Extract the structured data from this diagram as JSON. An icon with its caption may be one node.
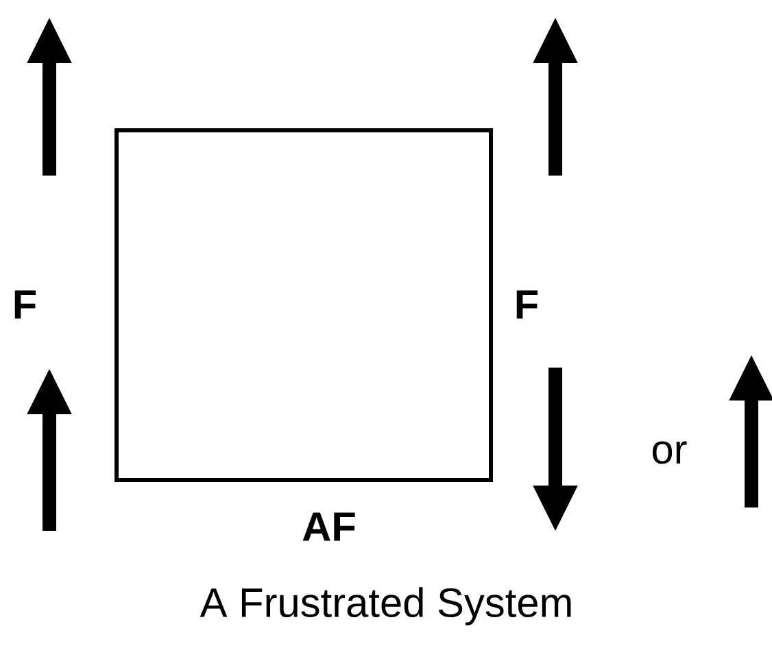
{
  "diagram": {
    "caption": "A Frustrated System",
    "nodes": [
      {
        "text": [],
        "shape": "box"
      }
    ],
    "labels": [
      "F",
      "F",
      "AF",
      "or"
    ]
  }
}
